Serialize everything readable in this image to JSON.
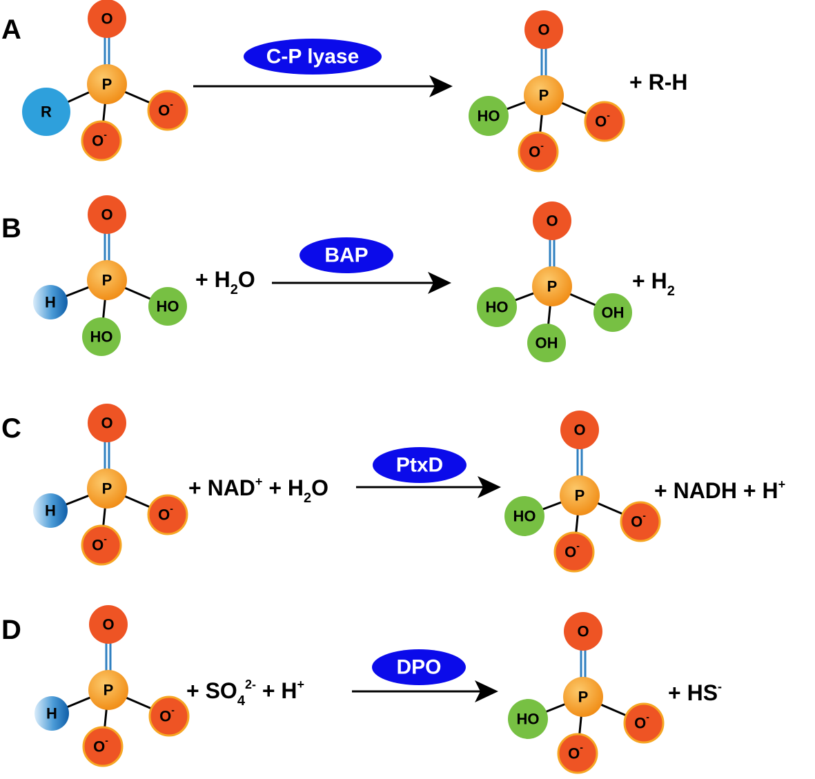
{
  "colors": {
    "oxygen": "#ee5424",
    "oxygen_ring": "#f6a623",
    "phosphorus": "#f7941d",
    "hydroxyl": "#77c043",
    "r_group": "#2ea0dc",
    "hydrogen": "#1a72b8",
    "enzyme": "#0b0bea",
    "double_bond": "#2e7fc0"
  },
  "atoms": {
    "oxygen": "O",
    "oxide": "O",
    "oxide_charge": "-",
    "phosphorus": "P",
    "hydroxyl": "HO",
    "hydroxyl_right": "OH",
    "r_group": "R",
    "hydrogen": "H"
  },
  "panels": [
    {
      "label": "A",
      "enzyme": "C-P lyase",
      "reactant_terms": [],
      "product_terms": [
        {
          "parts": [
            {
              "t": "+ R-H"
            }
          ]
        }
      ]
    },
    {
      "label": "B",
      "enzyme": "BAP",
      "reactant_terms": [
        {
          "parts": [
            {
              "t": "+ H"
            },
            {
              "t": "2",
              "k": "sub"
            },
            {
              "t": "O"
            }
          ]
        }
      ],
      "product_terms": [
        {
          "parts": [
            {
              "t": "+ H"
            },
            {
              "t": "2",
              "k": "sub"
            }
          ]
        }
      ]
    },
    {
      "label": "C",
      "enzyme": "PtxD",
      "reactant_terms": [
        {
          "parts": [
            {
              "t": "+ NAD"
            },
            {
              "t": "+",
              "k": "sup"
            },
            {
              "t": " + H"
            },
            {
              "t": "2",
              "k": "sub"
            },
            {
              "t": "O"
            }
          ]
        }
      ],
      "product_terms": [
        {
          "parts": [
            {
              "t": "+ NADH + H"
            },
            {
              "t": "+",
              "k": "sup"
            }
          ]
        }
      ]
    },
    {
      "label": "D",
      "enzyme": "DPO",
      "reactant_terms": [
        {
          "parts": [
            {
              "t": "+ SO"
            },
            {
              "t": "4",
              "k": "sub"
            },
            {
              "t": "2-",
              "k": "sup"
            },
            {
              "t": "  +  H"
            },
            {
              "t": "+",
              "k": "sup"
            }
          ]
        }
      ],
      "product_terms": [
        {
          "parts": [
            {
              "t": "+  HS"
            },
            {
              "t": "-",
              "k": "sup"
            }
          ]
        }
      ]
    }
  ]
}
